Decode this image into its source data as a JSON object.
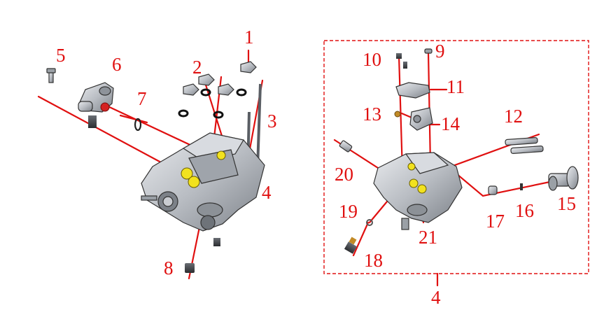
{
  "diagram": {
    "accent_color": "#e01010",
    "part_color": "#c9ccd1",
    "highlight_color": "#f2e21e",
    "callouts": {
      "c1": "1",
      "c2": "2",
      "c3": "3",
      "c4a": "4",
      "c5": "5",
      "c6": "6",
      "c7": "7",
      "c8": "8",
      "c9": "9",
      "c10": "10",
      "c11": "11",
      "c12": "12",
      "c13": "13",
      "c14": "14",
      "c15": "15",
      "c16": "16",
      "c17": "17",
      "c18": "18",
      "c19": "19",
      "c20": "20",
      "c21": "21",
      "c4b": "4"
    }
  }
}
